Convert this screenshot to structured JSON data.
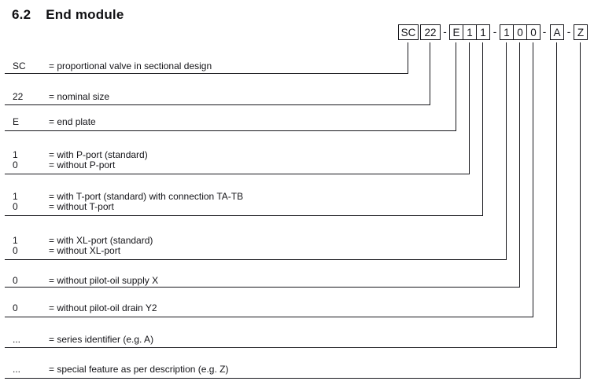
{
  "heading": {
    "number": "6.2",
    "title": "End module"
  },
  "code": {
    "sc": "SC",
    "size": "22",
    "sep": "-",
    "e": "E",
    "p_port": "1",
    "t_port": "1",
    "xl_port": "1",
    "x_supply": "0",
    "y_drain": "0",
    "series": "A",
    "special": "Z"
  },
  "rows": [
    {
      "code1": "SC",
      "line1": "= proportional valve in sectional design"
    },
    {
      "code1": "22",
      "line1": "= nominal size"
    },
    {
      "code1": "E",
      "line1": "= end plate"
    },
    {
      "code1": "1",
      "line1": "= with P-port (standard)",
      "code2": "0",
      "line2": "= without P-port"
    },
    {
      "code1": "1",
      "line1": "= with T-port (standard) with connection TA-TB",
      "code2": "0",
      "line2": "= without T-port"
    },
    {
      "code1": "1",
      "line1": "= with XL-port (standard)",
      "code2": "0",
      "line2": "= without XL-port"
    },
    {
      "code1": "0",
      "line1": "= without pilot-oil supply X"
    },
    {
      "code1": "0",
      "line1": "= without pilot-oil drain Y2"
    },
    {
      "code1": "...",
      "line1": "= series identifier (e.g. A)"
    },
    {
      "code1": "...",
      "line1": "= special feature as per description (e.g. Z)"
    }
  ]
}
